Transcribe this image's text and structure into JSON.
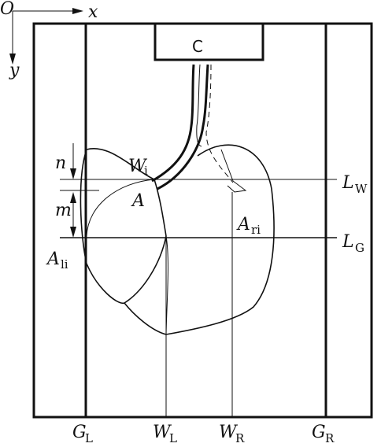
{
  "axes": {
    "origin": "O",
    "x": "x",
    "y": "y"
  },
  "labels": {
    "camera": "C",
    "W_i": {
      "main": "W",
      "sub": "i"
    },
    "A": "A",
    "A_ri": {
      "main": "A",
      "sub": "ri"
    },
    "A_li": {
      "main": "A",
      "sub": "li"
    },
    "n": "n",
    "m": "m",
    "L_W": {
      "main": "L",
      "sub": "W"
    },
    "L_G": {
      "main": "L",
      "sub": "G"
    },
    "G_L": {
      "main": "G",
      "sub": "L"
    },
    "W_L": {
      "main": "W",
      "sub": "L"
    },
    "W_R": {
      "main": "W",
      "sub": "R"
    },
    "G_R": {
      "main": "G",
      "sub": "R"
    }
  },
  "colors": {
    "ink": "#111111",
    "background": "#ffffff"
  }
}
